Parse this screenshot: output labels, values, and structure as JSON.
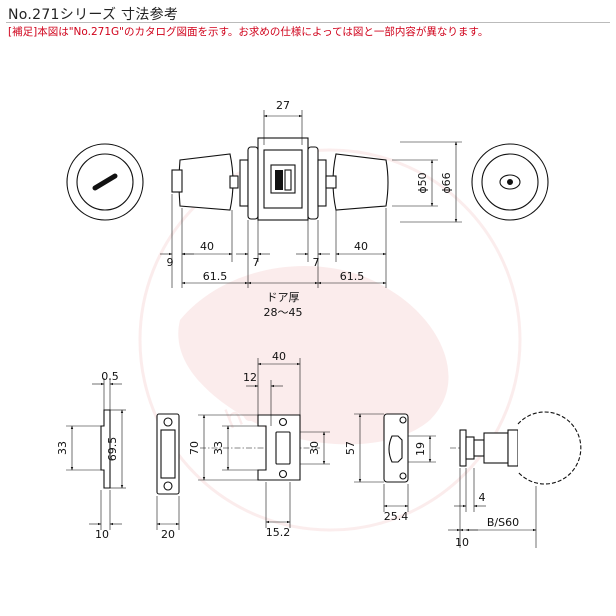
{
  "header": {
    "title": "No.271シリーズ  寸法参考",
    "note_tag": "[補足]",
    "note_text": "本図は\"No.271G\"のカタログ図面を示す。お求めの仕様によっては図と一部内容が異なります。"
  },
  "watermark": {
    "text": "hori-kagi"
  },
  "dimensions": {
    "top": {
      "width_27": "27",
      "dia_50": "ϕ50",
      "dia_66": "ϕ66",
      "left_9": "9",
      "left_40": "40",
      "left_7": "7",
      "right_7": "7",
      "right_40": "40",
      "left_61_5": "61.5",
      "right_61_5": "61.5",
      "door_label": "ドア厚",
      "door_range": "28〜45"
    },
    "latch_side": {
      "d0_5": "0.5",
      "d33": "33",
      "d69_5": "69.5",
      "d10": "10",
      "d20": "20"
    },
    "latch_front": {
      "d40": "40",
      "d12": "12",
      "d70": "70",
      "d33": "33",
      "d30": "30",
      "d15_2": "15.2"
    },
    "strike": {
      "d57": "57",
      "d19": "19",
      "d25_4": "25.4"
    },
    "latch_bolt": {
      "d4": "4",
      "d10": "10",
      "backset": "B/S60"
    }
  }
}
